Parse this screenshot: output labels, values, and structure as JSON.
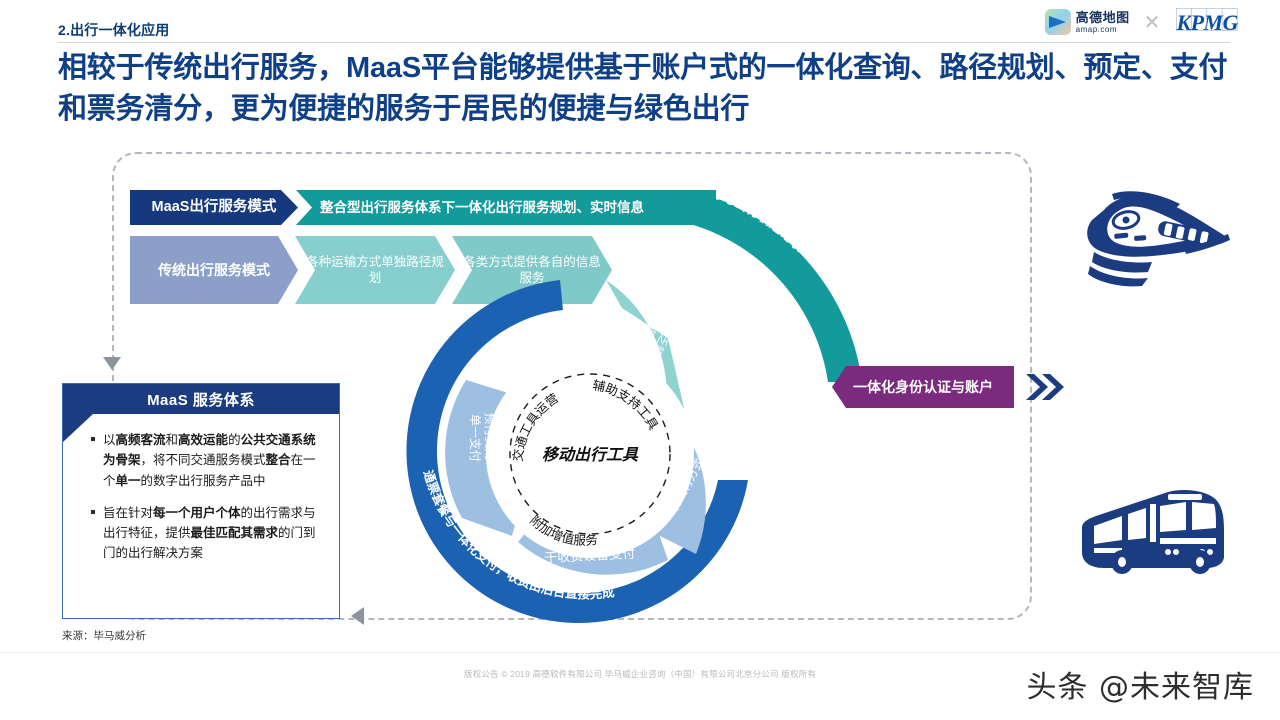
{
  "header": {
    "kicker": "2.出行一体化应用",
    "headline": "相较于传统出行服务，MaaS平台能够提供基于账户式的一体化查询、路径规划、预定、支付和票务清分，更为便捷的服务于居民的便捷与绿色出行",
    "logos": {
      "amap_cn": "高德地图",
      "amap_en": "amap.com",
      "separator": "✕",
      "kpmg": "KPMG"
    }
  },
  "flow": {
    "maas_row": {
      "head": "MaaS出行服务模式",
      "body": "整合型出行服务体系下一体化出行服务规划、实时信息"
    },
    "maas_arc": "服务与出行轨迹记录",
    "traditional_row": {
      "head": "传统出行服务模式",
      "cells": [
        "各种运输方式单独路径规划",
        "各类方式提供各自的信息服务"
      ]
    }
  },
  "wheel": {
    "center_label": "移动出行工具",
    "inner_ring": [
      "交通工具运营",
      "辅助支持工具",
      "附加增值服务"
    ],
    "segments": [
      {
        "name": "seg-lack-account",
        "text": "缺乏账户化管理未能及时评价服务",
        "color": "#8ed3d0"
      },
      {
        "name": "seg-one-ticket",
        "text": "一张票对应一种出行方式",
        "color": "#9dbfe2"
      },
      {
        "name": "seg-device-pay",
        "text": "于收费设备支付",
        "color": "#9dbfe2"
      },
      {
        "name": "seg-prepay",
        "text": "预付费用单一支付",
        "color": "#9dbfe2"
      }
    ],
    "teal_arc_text": "服务与出行轨迹记录",
    "blue_arc_text": "通票套餐与一体化支付，收费由后台直接完成"
  },
  "badge": {
    "label": "一体化身份认证与账户",
    "color": "#7a2b7e"
  },
  "service_box": {
    "title": "MaaS 服务体系",
    "bullets": [
      [
        {
          "t": "以",
          "b": false
        },
        {
          "t": "高频客流",
          "b": true
        },
        {
          "t": "和",
          "b": false
        },
        {
          "t": "高效运能",
          "b": true
        },
        {
          "t": "的",
          "b": false
        },
        {
          "t": "公共交通系统为骨架",
          "b": true
        },
        {
          "t": "，将不同交通服务模式",
          "b": false
        },
        {
          "t": "整合",
          "b": true
        },
        {
          "t": "在一个",
          "b": false
        },
        {
          "t": "单一",
          "b": true
        },
        {
          "t": "的数字出行服务产品中",
          "b": false
        }
      ],
      [
        {
          "t": "旨在针对",
          "b": false
        },
        {
          "t": "每一个用户个体",
          "b": true
        },
        {
          "t": "的出行需求与出行特征，提供",
          "b": false
        },
        {
          "t": "最佳匹配其需求",
          "b": true
        },
        {
          "t": "的门到门的出行解决方案",
          "b": false
        }
      ]
    ]
  },
  "icons": {
    "train": "train-icon",
    "bus": "bus-icon"
  },
  "source": "来源：毕马威分析",
  "footer": {
    "copyright": "版权公告 © 2019 高德软件有限公司 毕马威企业咨询（中国）有限公司北京分公司 版权所有",
    "watermark": "头条 @未来智库"
  },
  "colors": {
    "navy": "#15387e",
    "teal": "#139a9a",
    "teal_light": "#8ed3d0",
    "periwinkle": "#8c9fc9",
    "blue": "#1b62b3",
    "blue_light": "#9dbfe2",
    "purple": "#7a2b7e",
    "headline_blue": "#0f3f86"
  }
}
